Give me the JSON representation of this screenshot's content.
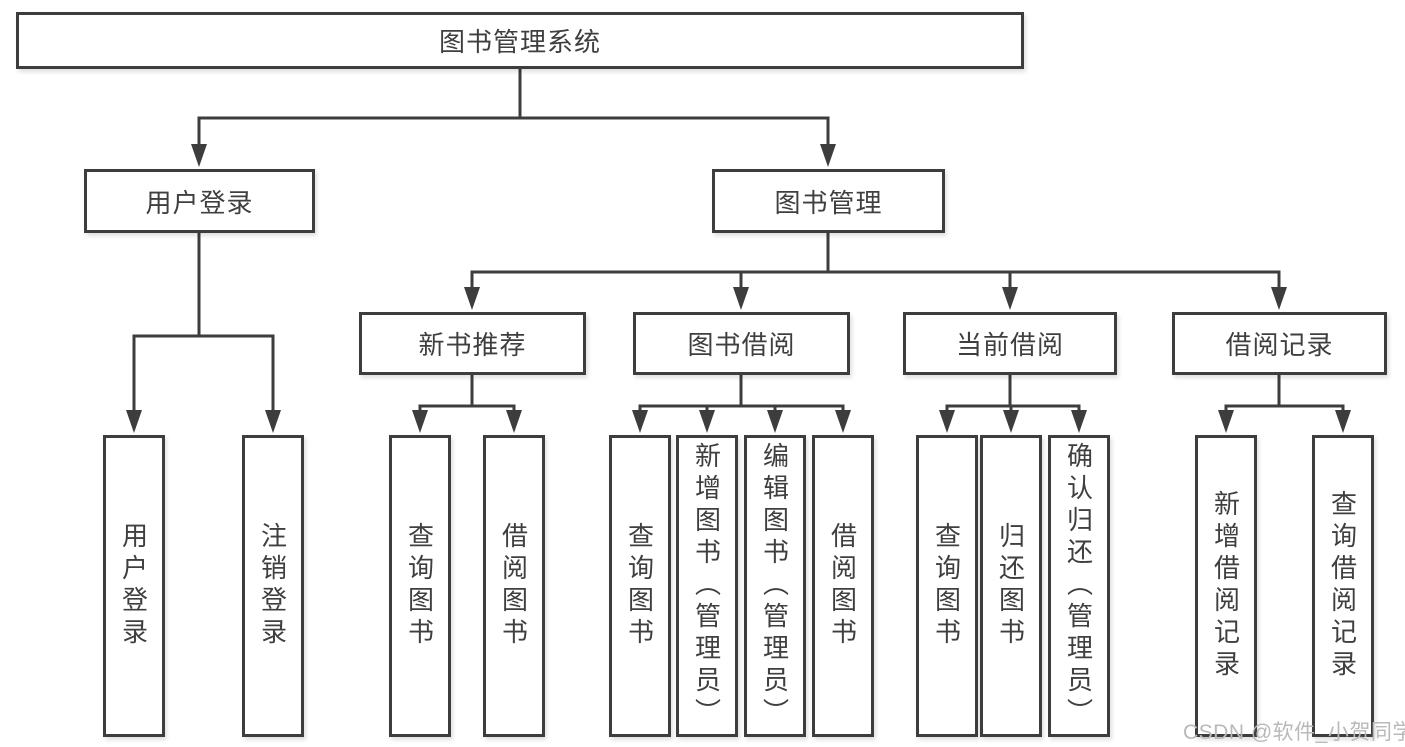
{
  "nodes": {
    "root": {
      "label": "图书管理系统"
    },
    "level2": [
      {
        "label": "用户登录"
      },
      {
        "label": "图书管理"
      }
    ],
    "level3": [
      {
        "label": "新书推荐",
        "parent": "图书管理"
      },
      {
        "label": "图书借阅",
        "parent": "图书管理"
      },
      {
        "label": "当前借阅",
        "parent": "图书管理"
      },
      {
        "label": "借阅记录",
        "parent": "图书管理"
      }
    ],
    "leaves": [
      {
        "label": "用户登录",
        "parent": "用户登录"
      },
      {
        "label": "注销登录",
        "parent": "用户登录"
      },
      {
        "label": "查询图书",
        "parent": "新书推荐"
      },
      {
        "label": "借阅图书",
        "parent": "新书推荐"
      },
      {
        "label": "查询图书",
        "parent": "图书借阅"
      },
      {
        "label": "新增图书（管理员）",
        "parent": "图书借阅"
      },
      {
        "label": "编辑图书（管理员）",
        "parent": "图书借阅"
      },
      {
        "label": "借阅图书",
        "parent": "图书借阅"
      },
      {
        "label": "查询图书",
        "parent": "当前借阅"
      },
      {
        "label": "归还图书",
        "parent": "当前借阅"
      },
      {
        "label": "确认归还（管理员）",
        "parent": "当前借阅"
      },
      {
        "label": "新增借阅记录",
        "parent": "借阅记录"
      },
      {
        "label": "查询借阅记录",
        "parent": "借阅记录"
      }
    ]
  },
  "watermark": {
    "text": "CSDN @软件_小贺同学"
  },
  "colors": {
    "line": "#3d3d3d",
    "text": "#3f3f3f",
    "box_background": "#ffffff",
    "watermark": "#b9b9b9",
    "page_background": "#ffffff"
  }
}
